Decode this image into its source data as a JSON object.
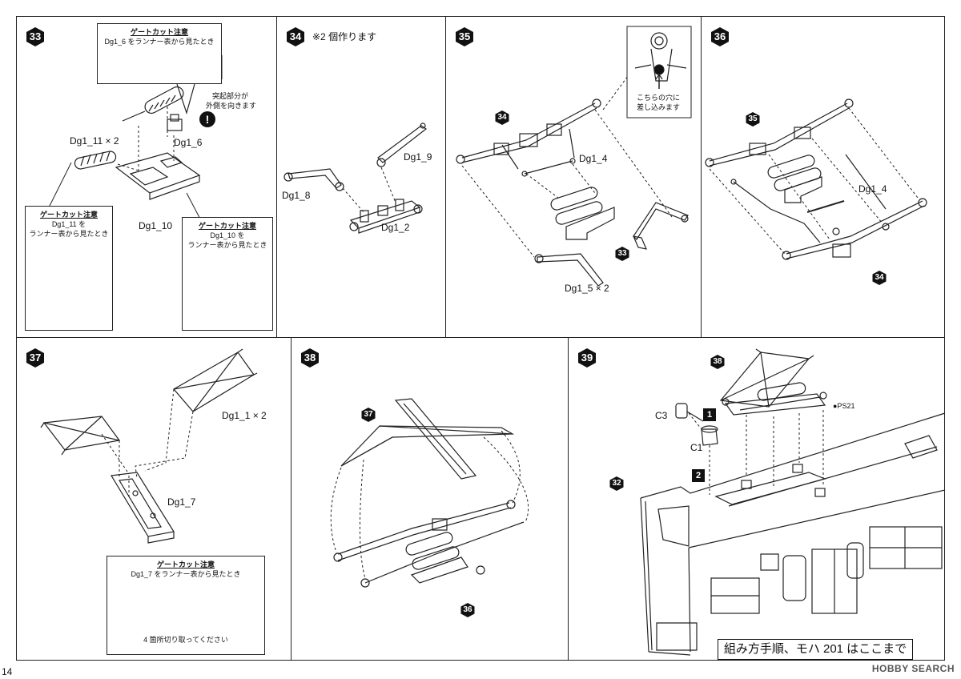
{
  "page": {
    "number": "14"
  },
  "steps": {
    "s33": {
      "badge": "33",
      "callout_top": {
        "title": "ゲートカット注意",
        "text": "Dg1_6 をランナー表から見たとき"
      },
      "note": {
        "line1": "突起部分が",
        "line2": "外側を向きます"
      },
      "labels": {
        "part_a": "Dg1_11 × 2",
        "part_b": "Dg1_6",
        "part_c": "Dg1_10"
      },
      "callout_left": {
        "title": "ゲートカット注意",
        "line1": "Dg1_11 を",
        "line2": "ランナー表から見たとき"
      },
      "callout_right": {
        "title": "ゲートカット注意",
        "line1": "Dg1_10 を",
        "line2": "ランナー表から見たとき"
      }
    },
    "s34": {
      "badge": "34",
      "note": "※2 個作ります",
      "labels": {
        "part_a": "Dg1_9",
        "part_b": "Dg1_8",
        "part_c": "Dg1_2"
      }
    },
    "s35": {
      "badge": "35",
      "ref_a": "34",
      "ref_b": "33",
      "callout": {
        "line1": "こちらの穴に",
        "line2": "差し込みます"
      },
      "labels": {
        "part_a": "Dg1_4",
        "part_b": "Dg1_5 × 2"
      }
    },
    "s36": {
      "badge": "36",
      "ref_a": "35",
      "ref_b": "34",
      "labels": {
        "part_a": "Dg1_4"
      }
    },
    "s37": {
      "badge": "37",
      "labels": {
        "part_a": "Dg1_1 × 2",
        "part_b": "Dg1_7"
      },
      "callout": {
        "title": "ゲートカット注意",
        "text": "Dg1_7 をランナー表から見たとき",
        "note": "4 箇所切り取ってください"
      }
    },
    "s38": {
      "badge": "38",
      "ref_a": "37",
      "ref_b": "36"
    },
    "s39": {
      "badge": "39",
      "ref_a": "38",
      "ref_b": "32",
      "labels": {
        "c3": "C3",
        "c1": "C1",
        "ps": "●PS21"
      },
      "sub1": "1",
      "sub2": "2"
    }
  },
  "footer": {
    "text": "組み方手順、モハ 201 はここまで"
  },
  "watermark": "HOBBY SEARCH"
}
